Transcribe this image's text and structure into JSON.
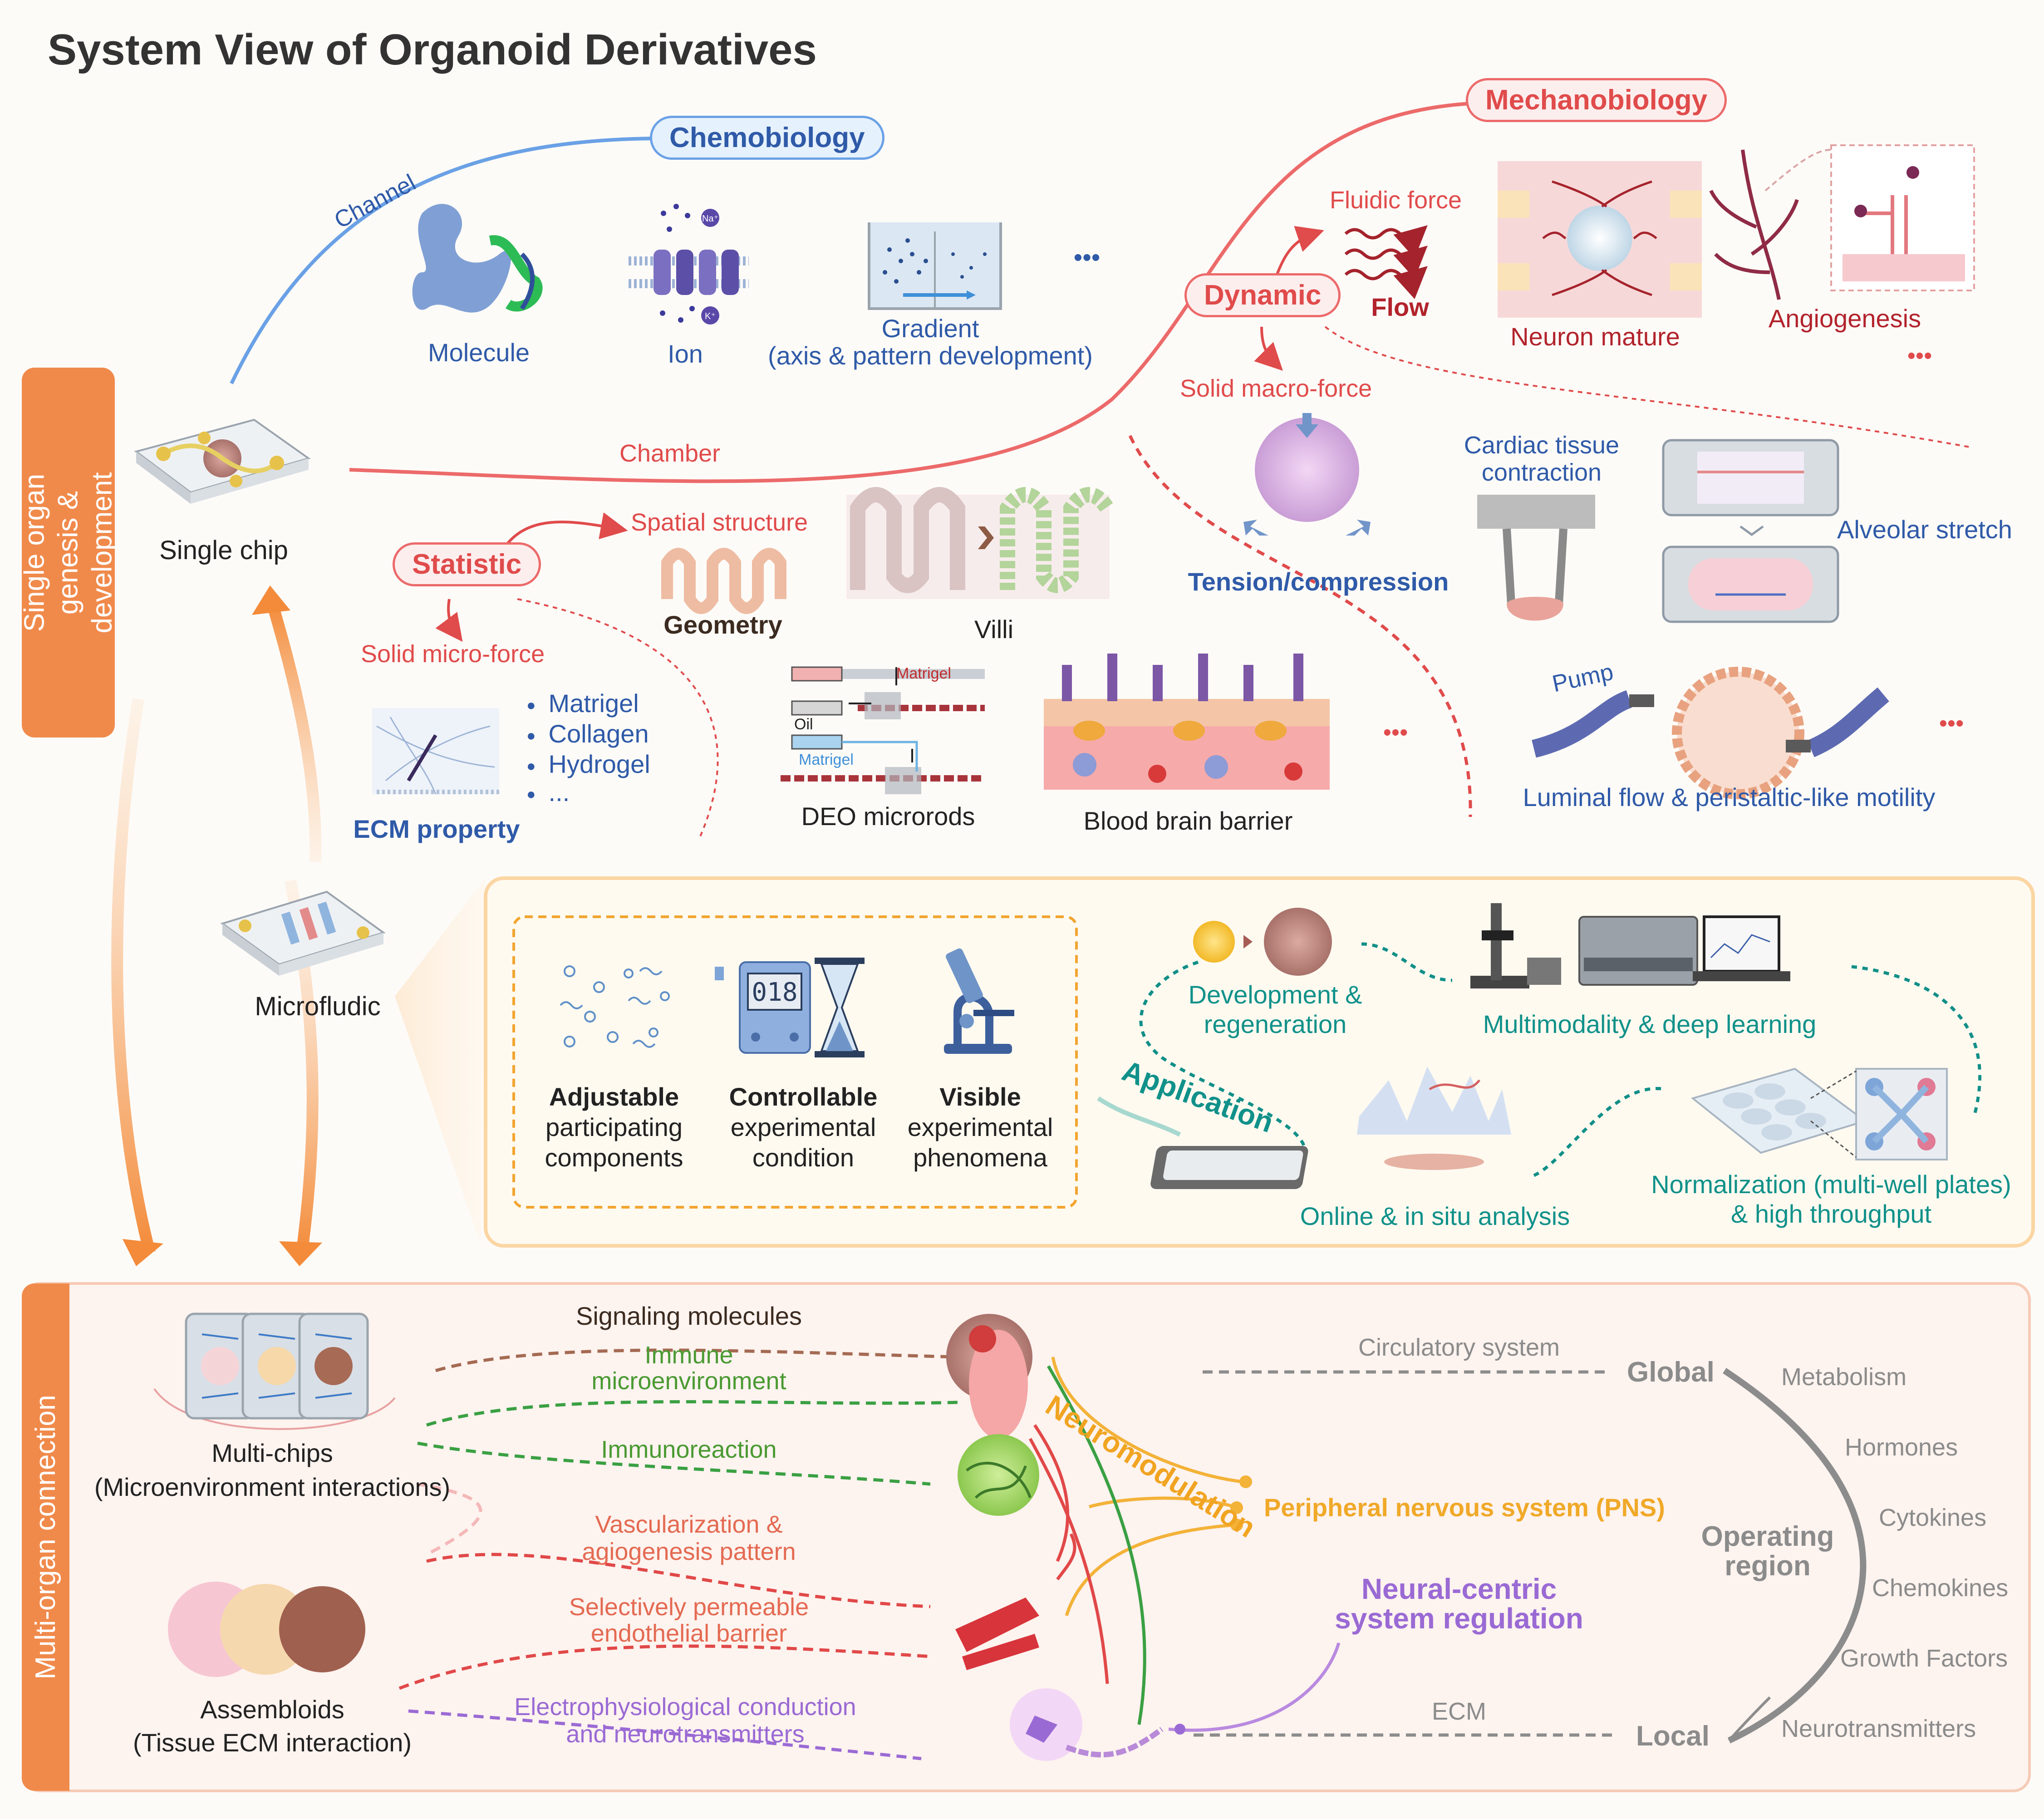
{
  "title": "System View of Organoid Derivatives",
  "side_tabs": {
    "single": "Single organ genesis & development",
    "multi": "Multi-organ connection"
  },
  "devices": {
    "single_chip": "Single chip",
    "microfluidic": "Microfludic"
  },
  "chemobiology": {
    "pill": "Chemobiology",
    "channel": "Channel",
    "items": {
      "molecule": "Molecule",
      "ion": "Ion",
      "gradient": "Gradient",
      "gradient_sub": "(axis & pattern development)",
      "more": "•••"
    },
    "ion_labels": {
      "na": "Na⁺",
      "k": "K⁺"
    }
  },
  "mechanobiology": {
    "pill": "Mechanobiology",
    "chamber": "Chamber",
    "dynamic": "Dynamic",
    "fluidic_force": "Fluidic force",
    "flow": "Flow",
    "neuron_mature": "Neuron mature",
    "angiogenesis": "Angiogenesis",
    "more": "•••",
    "solid_macro": "Solid macro-force",
    "tension": "Tension/compression",
    "cardiac_1": "Cardiac tissue",
    "cardiac_2": "contraction",
    "alveolar": "Alveolar stretch",
    "pump": "Pump",
    "luminal": "Luminal flow & peristaltic-like motility",
    "more2": "•••"
  },
  "statistic": {
    "pill": "Statistic",
    "spatial": "Spatial structure",
    "geometry": "Geometry",
    "villi": "Villi",
    "solid_micro": "Solid micro-force",
    "ecm_items": [
      "Matrigel",
      "Collagen",
      "Hydrogel",
      "..."
    ],
    "ecm_property": "ECM property",
    "deo_matrigel_1": "Matrigel",
    "deo_oil": "Oil",
    "deo_matrigel_2": "Matrigel",
    "deo": "DEO microrods",
    "bbb": "Blood brain barrier",
    "more": "•••"
  },
  "features": {
    "lcd": "018",
    "adjustable": {
      "bold": "Adjustable",
      "l2": "participating",
      "l3": "components"
    },
    "controllable": {
      "bold": "Controllable",
      "l2": "experimental",
      "l3": "condition"
    },
    "visible": {
      "bold": "Visible",
      "l2": "experimental",
      "l3": "phenomena"
    }
  },
  "application": {
    "label": "Application",
    "dev_1": "Development &",
    "dev_2": "regeneration",
    "multimodality": "Multimodality & deep learning",
    "online": "Online & in situ analysis",
    "norm_1": "Normalization (multi-well plates)",
    "norm_2": "& high throughput"
  },
  "multi_organ": {
    "multichips": "Multi-chips",
    "multichips_sub": "(Microenvironment interactions)",
    "assembloids": "Assembloids",
    "assembloids_sub": "(Tissue ECM interaction)",
    "signaling": "Signaling molecules",
    "immune_1": "Immune",
    "immune_2": "microenvironment",
    "immunoreaction": "Immunoreaction",
    "vasc_1": "Vascularization &",
    "vasc_2": "agiogenesis pattern",
    "perm_1": "Selectively permeable",
    "perm_2": "endothelial barrier",
    "electro_1": "Electrophysiological conduction",
    "electro_2": "and neurotransmitters",
    "neuromodulation": "Neuromodulation",
    "pns": "Peripheral nervous system (PNS)",
    "neural_1": "Neural-centric",
    "neural_2": "system regulation",
    "circulatory": "Circulatory system",
    "ecm": "ECM",
    "global": "Global",
    "local": "Local",
    "operating_1": "Operating",
    "operating_2": "region",
    "factors": [
      "Metabolism",
      "Hormones",
      "Cytokines",
      "Chemokines",
      "Growth Factors",
      "Neurotransmitters"
    ]
  }
}
